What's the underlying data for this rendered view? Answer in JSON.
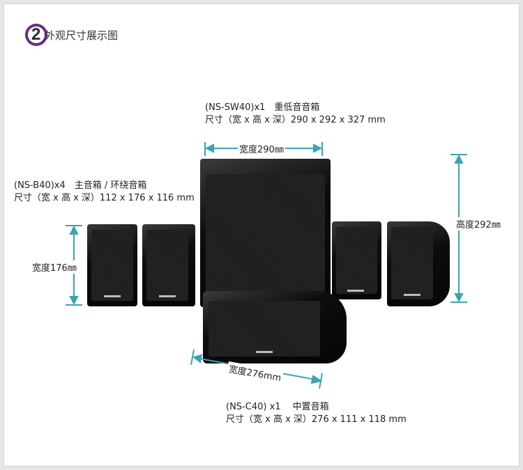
{
  "header": {
    "step_number": "2",
    "title": "外观尺寸展示图"
  },
  "subwoofer": {
    "model_line": "(NS-SW40)x1　重低音音箱",
    "size_line": "尺寸（宽 x 高 x 深）290 x 292 x 327 mm",
    "width_label": "宽度290㎜",
    "height_label": "高度292㎜"
  },
  "satellites": {
    "model_line": "(NS-B40)x4　主音箱 / 环绕音箱",
    "size_line": "尺寸（宽 x 高 x 深）112 x 176 x 116 mm",
    "width_label": "宽度176㎜"
  },
  "center": {
    "model_line": "(NS-C40) x1　 中置音箱",
    "size_line": "尺寸（宽 x 高 x 深）276 x 111 x 118 mm",
    "width_label": "宽度276mm"
  },
  "colors": {
    "dimension_arrow": "#3aa3b4",
    "badge": "#6a2b86"
  }
}
